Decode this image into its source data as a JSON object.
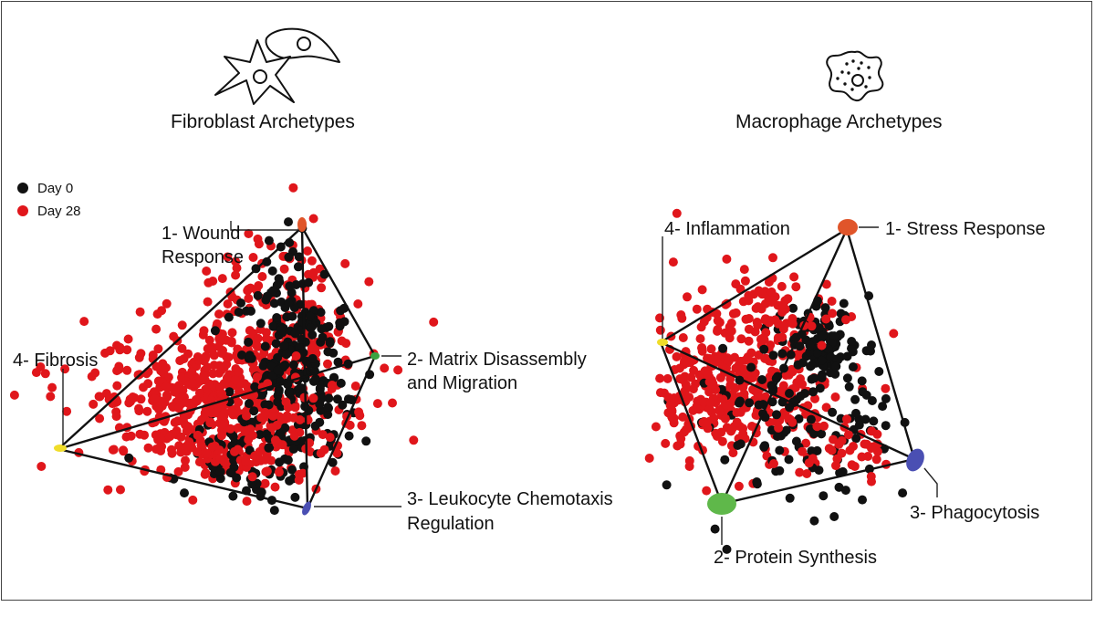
{
  "colors": {
    "day0": "#111111",
    "day28": "#e0161b"
  },
  "legend": [
    {
      "label": "Day 0",
      "color": "#111111"
    },
    {
      "label": "Day 28",
      "color": "#e0161b"
    }
  ],
  "panels": [
    {
      "id": "fibroblast",
      "title": "Fibroblast Archetypes",
      "icon": "fibroblast-icon",
      "archetypes": [
        {
          "label_lines": [
            "1- Wound",
            "Response"
          ],
          "color": "#e0552a"
        },
        {
          "label_lines": [
            "2- Matrix Disassembly",
            "and Migration"
          ],
          "color": "#3aa341"
        },
        {
          "label_lines": [
            "3- Leukocyte Chemotaxis",
            "Regulation"
          ],
          "color": "#4a4fb3"
        },
        {
          "label_lines": [
            "4- Fibrosis"
          ],
          "color": "#f0dd2a"
        }
      ]
    },
    {
      "id": "macrophage",
      "title": "Macrophage Archetypes",
      "icon": "macrophage-icon",
      "archetypes": [
        {
          "label_lines": [
            "1- Stress Response"
          ],
          "color": "#e0552a"
        },
        {
          "label_lines": [
            "2- Protein Synthesis"
          ],
          "color": "#5fb84a"
        },
        {
          "label_lines": [
            "3- Phagocytosis"
          ],
          "color": "#4a4fb3"
        },
        {
          "label_lines": [
            "4- Inflammation"
          ],
          "color": "#f0dd2a"
        }
      ]
    }
  ]
}
